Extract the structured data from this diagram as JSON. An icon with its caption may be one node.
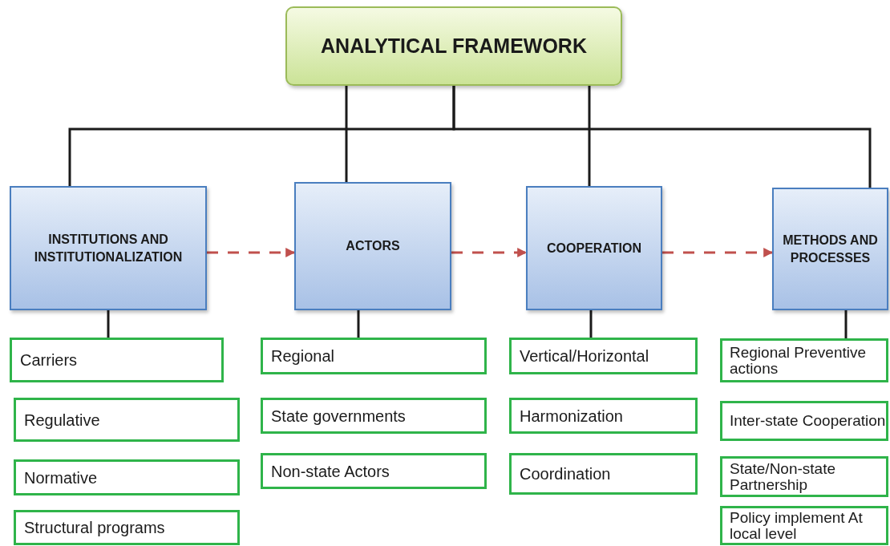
{
  "diagram": {
    "nodes": [
      {
        "text": [
          "ANALYTICAL FRAMEWORK"
        ]
      },
      {
        "text": [
          "INSTITUTIONS AND INSTITUTIONALIZATION"
        ]
      },
      {
        "text": [
          "ACTORS"
        ]
      },
      {
        "text": [
          "COOPERATION"
        ]
      },
      {
        "text": [
          "METHODS AND PROCESSES"
        ]
      },
      {
        "text": [
          "Carriers"
        ]
      },
      {
        "text": [
          "Regulative"
        ]
      },
      {
        "text": [
          "Normative"
        ]
      },
      {
        "text": [
          "Structural programs"
        ]
      },
      {
        "text": [
          "Regional"
        ]
      },
      {
        "text": [
          "State governments"
        ]
      },
      {
        "text": [
          "Non-state Actors"
        ]
      },
      {
        "text": [
          "Vertical/Horizontal"
        ]
      },
      {
        "text": [
          "Harmonization"
        ]
      },
      {
        "text": [
          "Coordination"
        ]
      },
      {
        "text": [
          "Regional Preventive actions"
        ]
      },
      {
        "text": [
          "Inter-state Cooperation"
        ]
      },
      {
        "text": [
          "State/Non-state Partnership"
        ]
      },
      {
        "text": [
          "Policy implement At local level"
        ]
      }
    ],
    "edges": [
      {
        "from": 0,
        "to": 1,
        "arrow": "none"
      },
      {
        "from": 0,
        "to": 2,
        "arrow": "none"
      },
      {
        "from": 0,
        "to": 3,
        "arrow": "none"
      },
      {
        "from": 0,
        "to": 4,
        "arrow": "none"
      },
      {
        "from": 1,
        "to": 2,
        "arrow": "to",
        "style": "dashed",
        "color": "#c0504d"
      },
      {
        "from": 2,
        "to": 3,
        "arrow": "to",
        "style": "dashed",
        "color": "#c0504d"
      },
      {
        "from": 3,
        "to": 4,
        "arrow": "to",
        "style": "dashed",
        "color": "#c0504d"
      },
      {
        "from": 1,
        "to": 5,
        "arrow": "none"
      },
      {
        "from": 2,
        "to": 9,
        "arrow": "none"
      },
      {
        "from": 3,
        "to": 12,
        "arrow": "none"
      },
      {
        "from": 4,
        "to": 15,
        "arrow": "none"
      }
    ]
  }
}
